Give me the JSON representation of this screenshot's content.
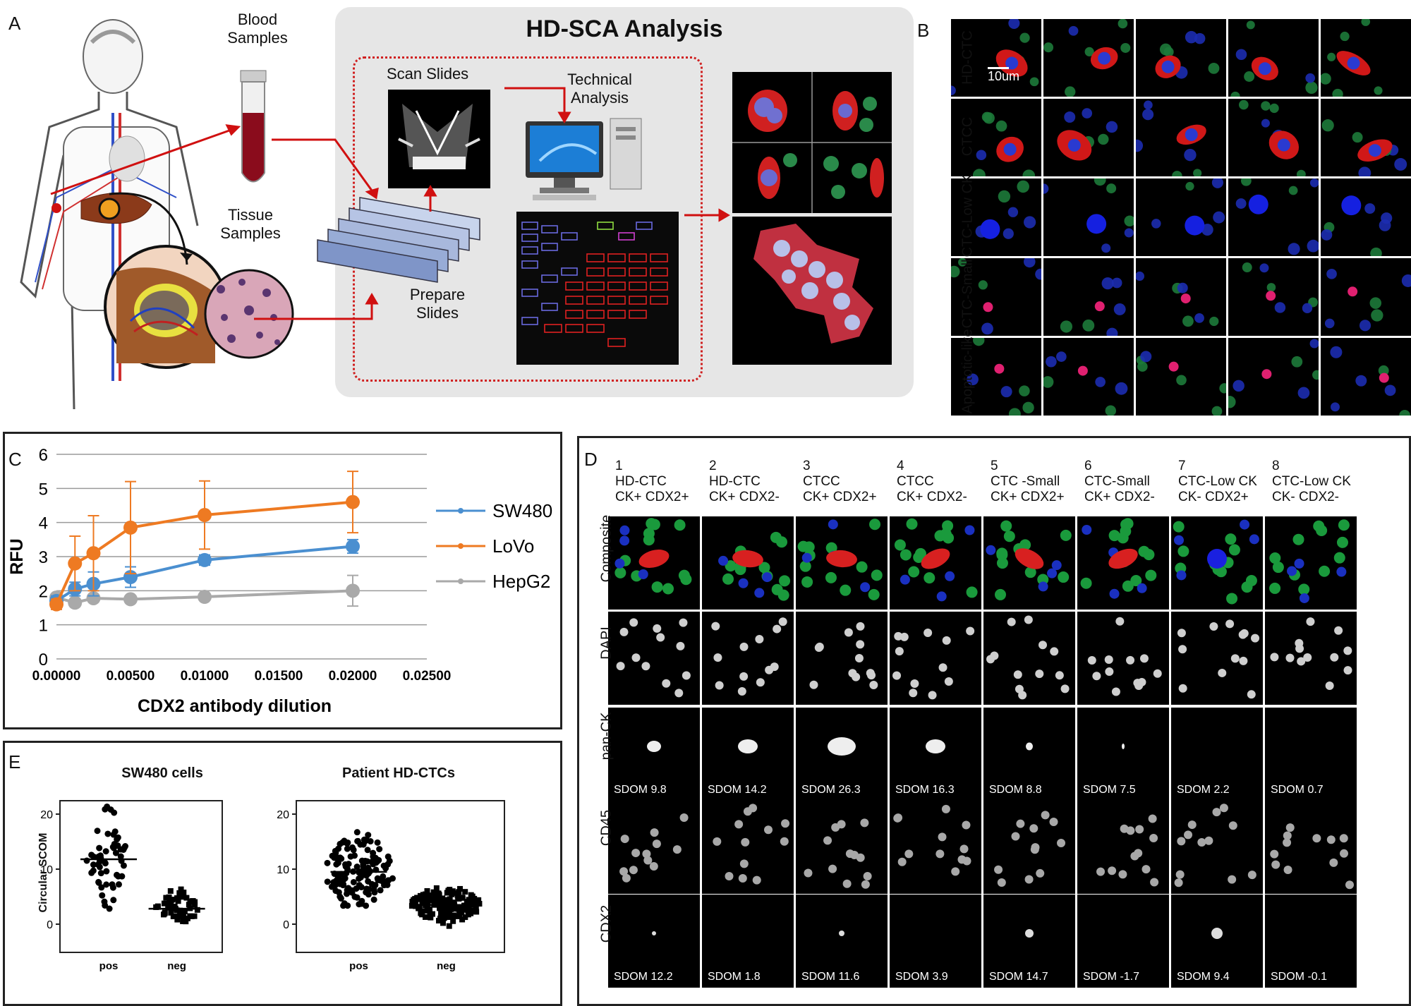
{
  "panels": {
    "A": "A",
    "B": "B",
    "C": "C",
    "D": "D",
    "E": "E"
  },
  "panelA": {
    "title": "HD-SCA Analysis",
    "blood_line1": "Blood",
    "blood_line2": "Samples",
    "tissue_line1": "Tissue",
    "tissue_line2": "Samples",
    "scan": "Scan Slides",
    "tech_line1": "Technical",
    "tech_line2": "Analysis",
    "prepare_line1": "Prepare",
    "prepare_line2": "Slides"
  },
  "panelB": {
    "rows": [
      "HD-CTC",
      "CTCC",
      "CTC-Low CK",
      "CTC-Small",
      "Apoptotic-like"
    ],
    "scale": "10um"
  },
  "chart_data": {
    "type": "line",
    "xlabel": "CDX2 antibody dilution",
    "ylabel": "RFU",
    "xlim": [
      0,
      0.025
    ],
    "ylim": [
      0,
      6
    ],
    "xticks": [
      "0.00000",
      "0.00500",
      "0.01000",
      "0.01500",
      "0.02000",
      "0.02500"
    ],
    "yticks": [
      "0",
      "1",
      "2",
      "3",
      "4",
      "5",
      "6"
    ],
    "grid": true,
    "legend_position": "right",
    "series": [
      {
        "name": "SW480",
        "color": "#4a8fd0",
        "x": [
          0.0,
          0.00125,
          0.0025,
          0.005,
          0.01,
          0.02
        ],
        "y": [
          1.7,
          2.05,
          2.2,
          2.4,
          2.9,
          3.3
        ],
        "err": [
          0.15,
          0.2,
          0.35,
          0.3,
          0.15,
          0.2
        ]
      },
      {
        "name": "LoVo",
        "color": "#ee7a22",
        "x": [
          0.0,
          0.00125,
          0.0025,
          0.005,
          0.01,
          0.02
        ],
        "y": [
          1.6,
          2.8,
          3.1,
          3.85,
          4.22,
          4.6
        ],
        "err": [
          0.15,
          0.8,
          1.1,
          1.35,
          1.0,
          0.9
        ]
      },
      {
        "name": "HepG2",
        "color": "#a9a9a9",
        "x": [
          0.0,
          0.00125,
          0.0025,
          0.005,
          0.01,
          0.02
        ],
        "y": [
          1.8,
          1.65,
          1.78,
          1.75,
          1.82,
          2.0
        ],
        "err": [
          0.1,
          0.1,
          0.1,
          0.1,
          0.1,
          0.45
        ]
      }
    ]
  },
  "panelD": {
    "columns": [
      {
        "num": "1",
        "l1": "HD-CTC",
        "l2": "CK+ CDX2+"
      },
      {
        "num": "2",
        "l1": "HD-CTC",
        "l2": "CK+ CDX2-"
      },
      {
        "num": "3",
        "l1": "CTCC",
        "l2": "CK+ CDX2+"
      },
      {
        "num": "4",
        "l1": "CTCC",
        "l2": "CK+ CDX2-"
      },
      {
        "num": "5",
        "l1": "CTC -Small",
        "l2": "CK+ CDX2+"
      },
      {
        "num": "6",
        "l1": "CTC-Small",
        "l2": "CK+ CDX2-"
      },
      {
        "num": "7",
        "l1": "CTC-Low CK",
        "l2": "CK- CDX2+"
      },
      {
        "num": "8",
        "l1": "CTC-Low CK",
        "l2": "CK- CDX2-"
      }
    ],
    "rows": [
      "Composite",
      "DAPI",
      "pan-CK",
      "CD45",
      "CDX2"
    ],
    "sdom_panck": [
      "SDOM 9.8",
      "SDOM 14.2",
      "SDOM 26.3",
      "SDOM 16.3",
      "SDOM 8.8",
      "SDOM 7.5",
      "SDOM 2.2",
      "SDOM 0.7"
    ],
    "sdom_cdx2": [
      "SDOM 12.2",
      "SDOM 1.8",
      "SDOM 11.6",
      "SDOM 3.9",
      "SDOM 14.7",
      "SDOM -1.7",
      "SDOM 9.4",
      "SDOM -0.1"
    ]
  },
  "panelE": {
    "left_title": "SW480 cells",
    "right_title": "Patient HD-CTCs",
    "ylabel": "Circular SCOM",
    "yticks": [
      "0",
      "10",
      "20"
    ],
    "cats": [
      "pos",
      "neg"
    ]
  }
}
